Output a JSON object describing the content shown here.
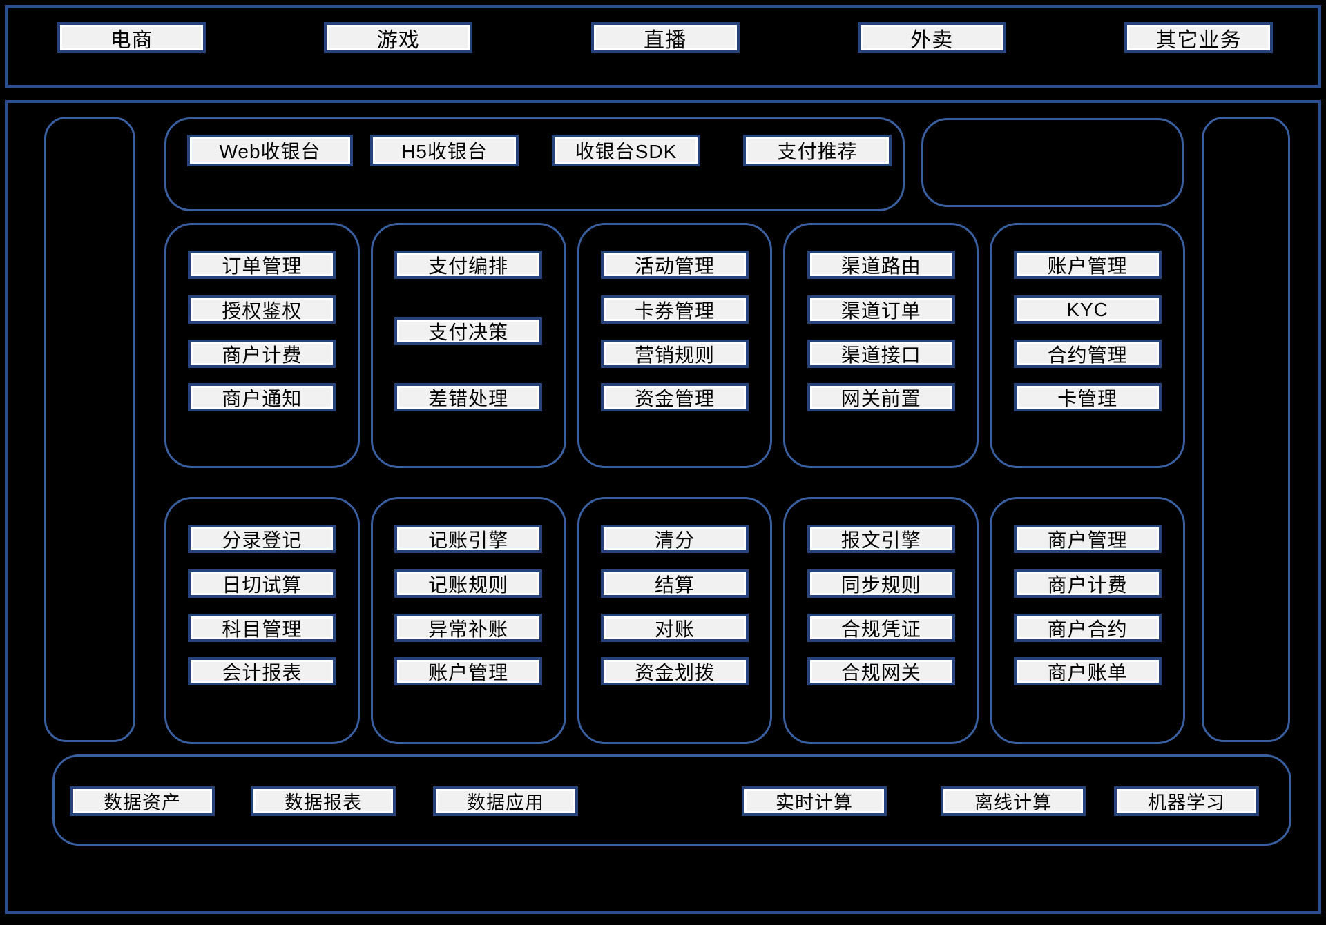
{
  "colors": {
    "background": "#000000",
    "outer_border": "#2b4f8e",
    "container_border": "#3a5fa0",
    "box_border": "#26437c",
    "box_fill": "#f1f1f1",
    "text": "#050505"
  },
  "business_layer": {
    "items": [
      "电商",
      "游戏",
      "直播",
      "外卖",
      "其它业务"
    ]
  },
  "checkout": {
    "items": [
      "Web收银台",
      "H5收银台",
      "收银台SDK",
      "支付推荐"
    ]
  },
  "module_rows": [
    {
      "columns": [
        {
          "items": [
            "订单管理",
            "授权鉴权",
            "商户计费",
            "商户通知"
          ]
        },
        {
          "items": [
            "支付编排",
            "支付决策",
            "差错处理"
          ]
        },
        {
          "items": [
            "活动管理",
            "卡券管理",
            "营销规则",
            "资金管理"
          ]
        },
        {
          "items": [
            "渠道路由",
            "渠道订单",
            "渠道接口",
            "网关前置"
          ]
        },
        {
          "items": [
            "账户管理",
            "KYC",
            "合约管理",
            "卡管理"
          ]
        }
      ]
    },
    {
      "columns": [
        {
          "items": [
            "分录登记",
            "日切试算",
            "科目管理",
            "会计报表"
          ]
        },
        {
          "items": [
            "记账引擎",
            "记账规则",
            "异常补账",
            "账户管理"
          ]
        },
        {
          "items": [
            "清分",
            "结算",
            "对账",
            "资金划拨"
          ]
        },
        {
          "items": [
            "报文引擎",
            "同步规则",
            "合规凭证",
            "合规网关"
          ]
        },
        {
          "items": [
            "商户管理",
            "商户计费",
            "商户合约",
            "商户账单"
          ]
        }
      ]
    }
  ],
  "data_layer": {
    "left_items": [
      "数据资产",
      "数据报表",
      "数据应用"
    ],
    "right_items": [
      "实时计算",
      "离线计算",
      "机器学习"
    ]
  }
}
